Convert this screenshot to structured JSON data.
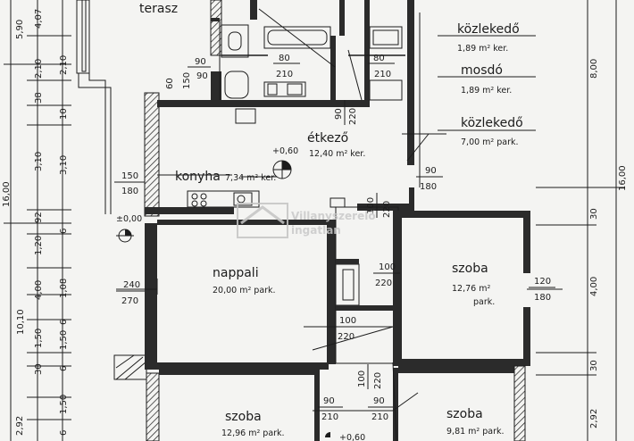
{
  "rooms": {
    "terasz": "terasz",
    "kozl1": "közlekedő",
    "kozl1_area": "1,89 m² ker.",
    "mosdo": "mosdó",
    "mosdo_area": "1,89 m² ker.",
    "kozl2": "közlekedő",
    "kozl2_area": "7,00 m² park.",
    "etkezo": "étkező",
    "etkezo_level": "+0,60",
    "etkezo_area": "12,40 m² ker.",
    "konyha": "konyha",
    "konyha_area": "7,34 m² ker.",
    "nappali": "nappali",
    "nappali_area": "20,00 m² park.",
    "szoba1": "szoba",
    "szoba1_area": "12,76 m²",
    "szoba1_park": "park.",
    "szoba2": "szoba",
    "szoba2_area": "12,96 m² park.",
    "szoba3": "szoba",
    "szoba3_area": "9,81 m² park.",
    "level_bottom": "+0,60",
    "level_zero": "±0,00"
  },
  "openings": {
    "d_80_210_a": [
      "80",
      "210"
    ],
    "d_80_210_b": [
      "80",
      "210"
    ],
    "d_90_90": [
      "90",
      "90"
    ],
    "d_90_220": [
      "90",
      "220"
    ],
    "d_150_180": [
      "150",
      "180"
    ],
    "d_90_180": [
      "90",
      "180"
    ],
    "d_100_220_a": [
      "100",
      "220"
    ],
    "d_100_220_b": [
      "100",
      "220"
    ],
    "d_100_220_c": [
      "100",
      "220"
    ],
    "d_100_220_d": [
      "100",
      "220"
    ],
    "d_240_270": [
      "240",
      "270"
    ],
    "d_120_180": [
      "120",
      "180"
    ],
    "d_90_210_a": [
      "90",
      "210"
    ],
    "d_90_210_b": [
      "90",
      "210"
    ],
    "d_60": "60",
    "d_150": "150"
  },
  "left_dims_outer": [
    "5,90",
    "16,00",
    "10,10",
    "2,92"
  ],
  "left_dims_mid": [
    "4,07",
    "2,10",
    "38",
    "3,10",
    "92",
    "1,20",
    "4,00",
    "1,50",
    "30"
  ],
  "left_dims_inner": [
    "2,10",
    "10",
    "3,10",
    "6",
    "1,08",
    "6",
    "1,50",
    "6",
    "1,50",
    "6"
  ],
  "right_dims": [
    "8,00",
    "16,00",
    "30",
    "4,00",
    "30",
    "2,92"
  ],
  "watermark": [
    "Villanyszerelő",
    "ingatlan"
  ]
}
